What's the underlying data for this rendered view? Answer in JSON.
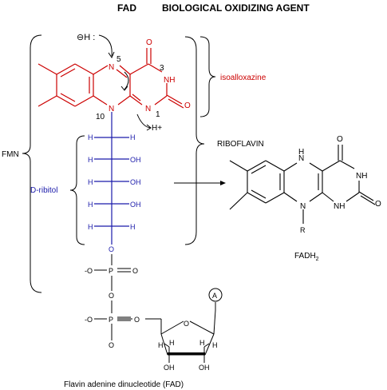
{
  "title": {
    "fad": "FAD",
    "main": "BIOLOGICAL OXIDIZING AGENT"
  },
  "brackets": {
    "isoalloxazine": "isoalloxazine",
    "riboflavin": "RIBOFLAVIN",
    "fmn": "FMN",
    "ribitol": "D-ribitol"
  },
  "atoms": {
    "hydride": "⊖H :",
    "n5": "5",
    "n3": "3",
    "n10": "10",
    "n1": "1",
    "N": "N",
    "NH": "NH",
    "O": "O",
    "H": "H",
    "OH": "OH",
    "Hplus": "H+",
    "P": "P",
    "R": "R",
    "A": "A",
    "Ominus": "-O"
  },
  "product": {
    "label": "FADH",
    "sub": "2"
  },
  "caption": "Flavin adenine dinucleotide (FAD)",
  "colors": {
    "flavin": "#cc0000",
    "ribitol": "#1a1aaa",
    "ink": "#000000"
  }
}
